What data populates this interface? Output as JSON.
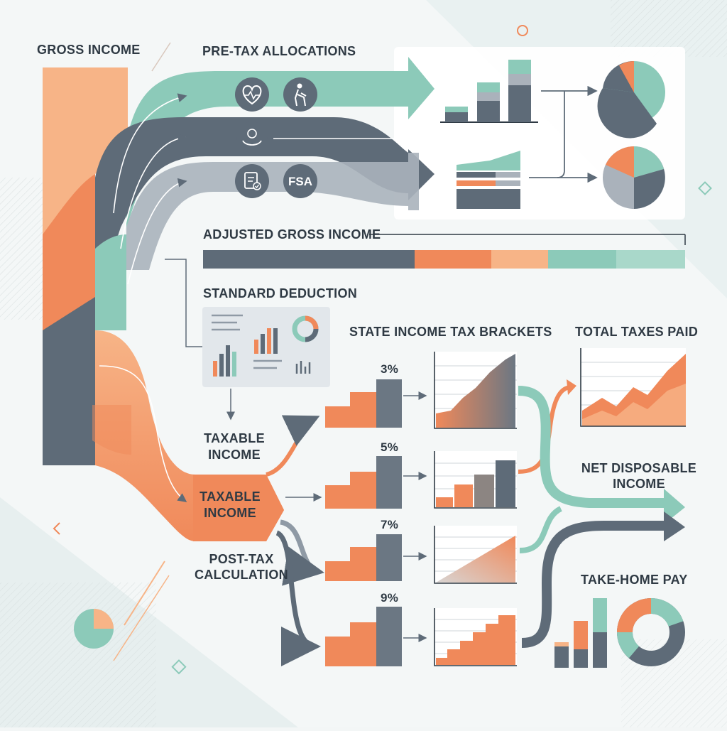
{
  "labels": {
    "gross_income": "GROSS INCOME",
    "pre_tax_allocations": "PRE-TAX ALLOCATIONS",
    "adjusted_gross_income": "ADJUSTED GROSS INCOME",
    "standard_deduction": "STANDARD DEDUCTION",
    "state_income_tax_brackets": "STATE INCOME TAX BRACKETS",
    "total_taxes_paid": "TOTAL TAXES PAID",
    "taxable_income_top": "TAXABLE\nINCOME",
    "taxable_income_box": "TAXABLE\nINCOME",
    "post_tax_calculation": "POST-TAX\nCALCULATION",
    "net_disposable_income": "NET DISPOSABLE\nINCOME",
    "take_home_pay": "TAKE-HOME PAY",
    "fsa": "FSA"
  },
  "brackets": [
    {
      "rate": "3%"
    },
    {
      "rate": "5%"
    },
    {
      "rate": "7%"
    },
    {
      "rate": "9%"
    }
  ],
  "icons": [
    "heart-pulse-icon",
    "elderly-person-icon",
    "care-hands-icon",
    "clipboard-check-icon",
    "fsa-icon"
  ],
  "colors": {
    "orange": "#f0895a",
    "light_orange": "#f7b487",
    "teal": "#8ccab9",
    "slate": "#5e6b78",
    "gray": "#aab2bb",
    "ink": "#2f3a44"
  }
}
